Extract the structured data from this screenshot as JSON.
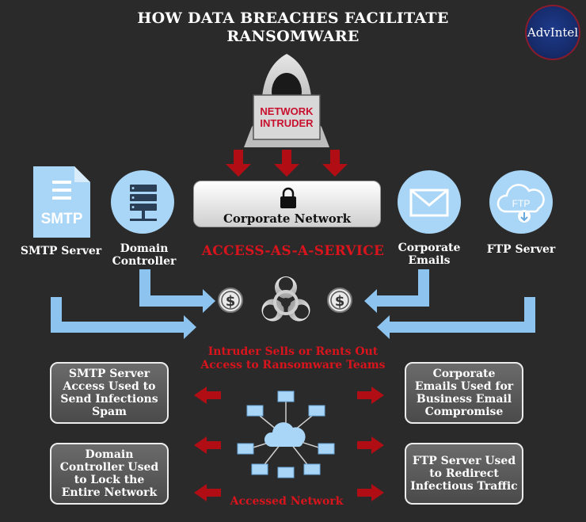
{
  "title_line1": "HOW DATA BREACHES FACILITATE",
  "title_line2": "RANSOMWARE",
  "logo_text": "AdvIntel",
  "intruder": {
    "line1": "NETWORK",
    "line2": "INTRUDER"
  },
  "corporate_network": "Corporate Network",
  "access_as_a_service": "ACCESS-AS-A-SERVICE",
  "nodes": {
    "smtp": {
      "icon_text": "SMTP",
      "label": "SMTP Server"
    },
    "domain": {
      "line1": "Domain",
      "line2": "Controller"
    },
    "emails": {
      "line1": "Corporate",
      "line2": "Emails"
    },
    "ftp": {
      "icon_text": "FTP",
      "label": "FTP Server"
    }
  },
  "dollar_symbol": "$",
  "sells_text": {
    "line1": "Intruder Sells or Rents Out",
    "line2": "Access to Ransomware Teams"
  },
  "accessed_network": "Accessed Network",
  "outcomes": {
    "smtp": [
      "SMTP Server",
      "Access Used to",
      "Send Infections",
      "Spam"
    ],
    "domain": [
      "Domain",
      "Controller Used",
      "to Lock the",
      "Entire Network"
    ],
    "emails": [
      "Corporate",
      "Emails Used for",
      "Business Email",
      "Compromise"
    ],
    "ftp": [
      "FTP Server Used",
      "to Redirect",
      "Infectious Traffic"
    ]
  },
  "colors": {
    "background": "#2a2a2a",
    "accent_red": "#d9141c",
    "dark_red_arrow": "#b00e14",
    "light_blue": "#a9d5f6",
    "arrow_blue": "#8dc4ef"
  }
}
